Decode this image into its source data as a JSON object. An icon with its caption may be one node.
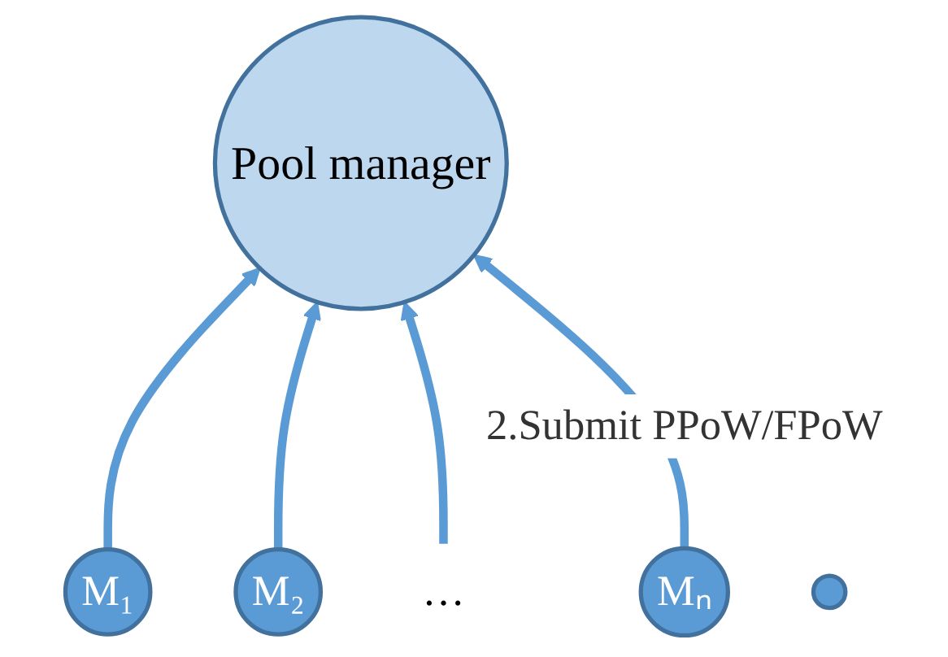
{
  "diagram": {
    "nodes": [
      {
        "text": [
          "Pool manager"
        ]
      },
      {
        "text": [
          "M₁"
        ]
      },
      {
        "text": [
          "M₂"
        ]
      },
      {
        "text": [
          "…"
        ]
      },
      {
        "text": [
          "Mₙ"
        ]
      },
      {
        "text": [],
        "shape": "circle"
      }
    ],
    "edges": [
      {
        "from": 1,
        "to": 0,
        "arrow": "to"
      },
      {
        "from": 2,
        "to": 0,
        "arrow": "to"
      },
      {
        "from": 3,
        "to": 0,
        "arrow": "to"
      },
      {
        "from": 4,
        "to": 0,
        "arrow": "to",
        "label": "2.Submit PPoW/FPoW"
      }
    ]
  }
}
